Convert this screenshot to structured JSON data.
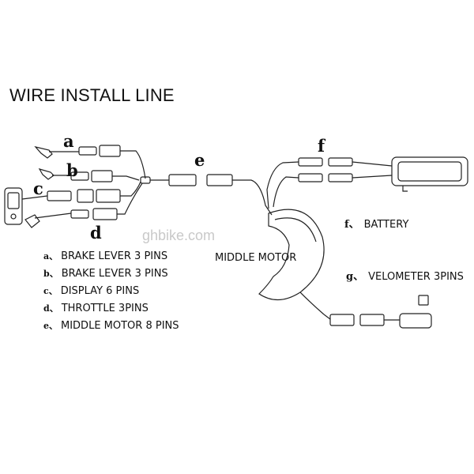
{
  "title": "WIRE INSTALL LINE",
  "watermark": "ghbike.com",
  "motor_label": "MIDDLE MOTOR",
  "markers": {
    "a": "a",
    "b": "b",
    "c": "c",
    "d": "d",
    "e": "e",
    "f": "f"
  },
  "legend": [
    {
      "key": "a、",
      "text": "BRAKE LEVER 3 PINS"
    },
    {
      "key": "b、",
      "text": "BRAKE LEVER 3 PINS"
    },
    {
      "key": "c、",
      "text": "DISPLAY 6 PINS"
    },
    {
      "key": "d、",
      "text": "THROTTLE 3PINS"
    },
    {
      "key": "e、",
      "text": "MIDDLE MOTOR 8 PINS"
    }
  ],
  "right_labels": {
    "battery": {
      "key": "f、",
      "text": "BATTERY"
    },
    "velometer": {
      "key": "g、",
      "text": "VELOMETER 3PINS"
    }
  }
}
